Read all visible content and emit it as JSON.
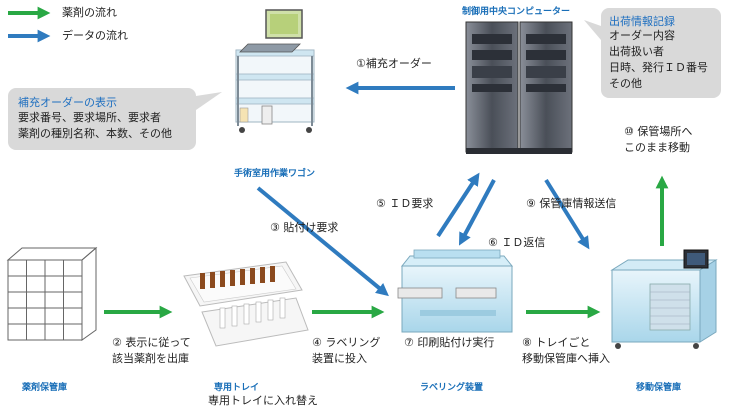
{
  "legend": {
    "drug_flow": "薬剤の流れ",
    "data_flow": "データの流れ"
  },
  "colors": {
    "drug_flow": "#29a844",
    "data_flow": "#2f7bbf",
    "callout_bg": "#d9d9d9",
    "callout_heading": "#1e6fc0",
    "caption": "#1a6fb8"
  },
  "nodes": {
    "wagon_caption": "手術室用作業ワゴン",
    "computer_caption": "制御用中央コンピューター",
    "cabinet_caption": "薬剤保管庫",
    "tray_caption": "専用トレイ",
    "labeler_caption": "ラベリング装置",
    "mobile_caption": "移動保管庫"
  },
  "callouts": {
    "replenish": {
      "heading": "補充オーダーの表示",
      "lines": [
        "要求番号、要求場所、要求者",
        "薬剤の種別名称、本数、その他"
      ]
    },
    "shipping": {
      "heading": "出荷情報記録",
      "lines": [
        "オーダー内容",
        "出荷扱い者",
        "日時、発行ＩＤ番号",
        "その他"
      ]
    }
  },
  "steps": {
    "s1": "①補充オーダー",
    "s2": [
      "② 表示に従って",
      "該当薬剤を出庫"
    ],
    "s3": "③ 貼付け要求",
    "s4": [
      "④ ラベリング",
      "装置に投入"
    ],
    "s5": "⑤ ＩＤ要求",
    "s6": "⑥ ＩＤ返信",
    "s7": "⑦ 印刷貼付け実行",
    "s8": [
      "⑧ トレイごと",
      "移動保管庫へ挿入"
    ],
    "s9": "⑨ 保管庫情報送信",
    "s10": [
      "⑩ 保管場所へ",
      "このまま移動"
    ]
  },
  "tray_note": "専用トレイに入れ替え"
}
